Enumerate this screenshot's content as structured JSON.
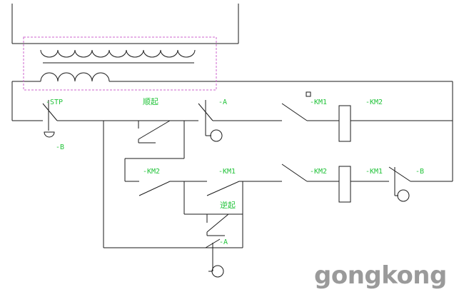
{
  "labels": {
    "stp": "-STP",
    "b_left": "-B",
    "shun_qi": "顺起",
    "a_top": "-A",
    "km1_top": "-KM1",
    "km2_top": "-KM2",
    "km2_mid": "-KM2",
    "km1_mid": "-KM1",
    "km2_mid2": "-KM2",
    "km1_mid2": "-KM1",
    "b_right": "-B",
    "ni_qi": "逆起",
    "a_bottom": "-A"
  },
  "watermark": "gongkong",
  "colors": {
    "label": "#22c33a",
    "wire": "#1a1a1a",
    "frame": "#cc66cc"
  }
}
